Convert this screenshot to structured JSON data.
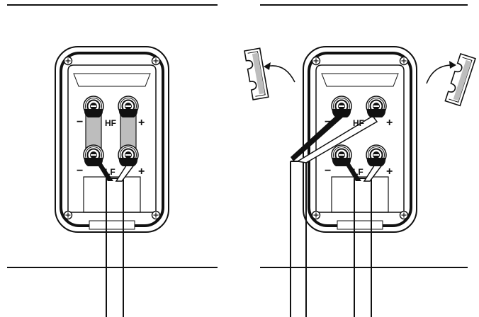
{
  "panels": [
    {
      "id": "bi-amp",
      "terminal_labels": {
        "hf": "HF",
        "lf": "LF",
        "minus": "−",
        "plus": "+"
      },
      "jumpers": "installed",
      "cables": 1
    },
    {
      "id": "bi-wire",
      "terminal_labels": {
        "hf": "HF",
        "lf": "LF",
        "minus": "−",
        "plus": "+"
      },
      "jumpers": "removed",
      "cables": 2
    }
  ],
  "colors": {
    "line": "#111111",
    "jumper": "#bdbdbd",
    "panel": "#ffffff"
  },
  "icons": [
    "screw-icon",
    "binding-post-icon",
    "jumper-strip-icon",
    "curved-arrow-icon"
  ]
}
